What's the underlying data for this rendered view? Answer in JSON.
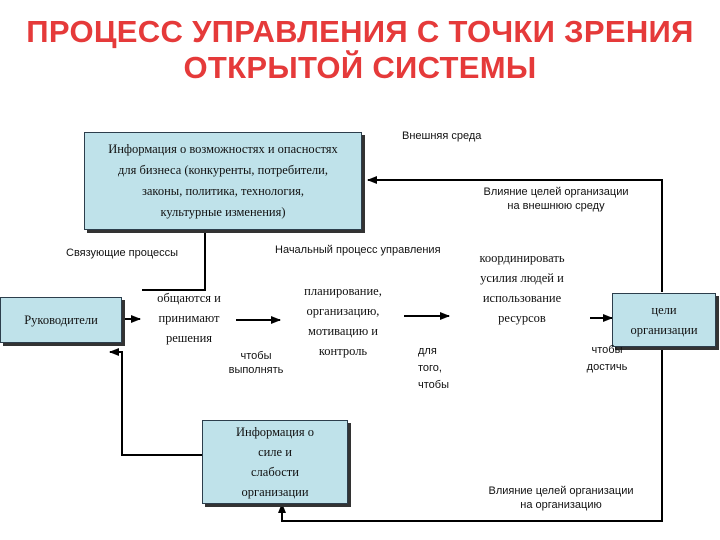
{
  "title": {
    "line1": "ПРОЦЕСС УПРАВЛЕНИЯ С ТОЧКИ ЗРЕНИЯ",
    "line2": "ОТКРЫТОЙ СИСТЕМЫ"
  },
  "labels": {
    "external_env": "Внешняя среда",
    "influence_outer_1": "Влияние целей организации",
    "influence_outer_2": "на внешнюю среду",
    "linking": "Связующие процессы",
    "initial": "Начальный процесс управления",
    "to_perform_1": "чтобы",
    "to_perform_2": "выполнять",
    "so_that_1": "для",
    "so_that_2": "того,",
    "so_that_3": "чтобы",
    "to_reach_1": "чтобы",
    "to_reach_2": "достичь",
    "influence_inner_1": "Влияние целей организации",
    "influence_inner_2": "на организацию"
  },
  "boxes": {
    "info_env": [
      "Информация о возможностях и опасностях",
      "для бизнеса (конкуренты, потребители,",
      "законы, политика, технология,",
      "культурные изменения)"
    ],
    "managers": "Руководители",
    "info_org": [
      "Информация о",
      "силе и",
      "слабости",
      "организации"
    ],
    "goals": [
      "цели",
      "организации"
    ]
  },
  "texts": {
    "communicate": [
      "общаются и",
      "принимают",
      "решения"
    ],
    "planning": [
      "планирование,",
      "организацию,",
      "мотивацию и",
      "контроль"
    ],
    "coordinate": [
      "координировать",
      "усилия людей и",
      "использование",
      "ресурсов"
    ]
  }
}
